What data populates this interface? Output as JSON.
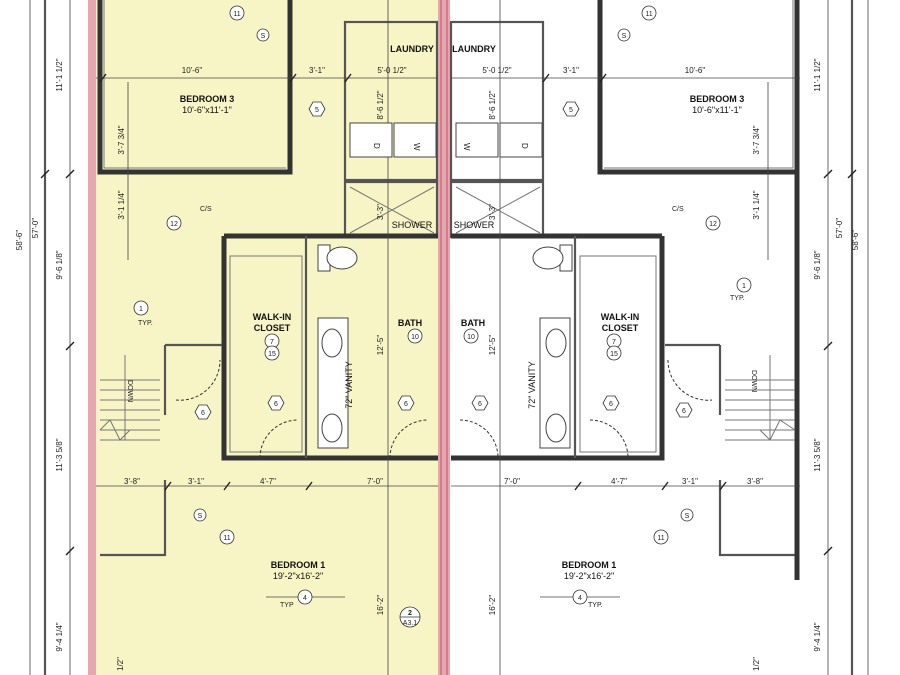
{
  "colors": {
    "left_unit_fill": "#f7f5c5",
    "party_wall": "#e8a6b0",
    "wall": "#333333"
  },
  "left": {
    "bedroom3": {
      "name": "BEDROOM 3",
      "size": "10'-6\"x11'-1\""
    },
    "laundry": "LAUNDRY",
    "shower": "SHOWER",
    "bath": {
      "name": "BATH",
      "tag": "10"
    },
    "closet": {
      "line1": "WALK-IN",
      "line2": "CLOSET",
      "tag_a": "7",
      "tag_b": "15"
    },
    "bedroom1": {
      "name": "BEDROOM 1",
      "size": "19'-2\"x16'-2\""
    },
    "vanity": "72\" VANITY",
    "down": "DOWN",
    "typ": "TYP.",
    "typ4": "TYP",
    "dims": {
      "top_1": "10'-6\"",
      "top_2": "3'-1\"",
      "top_3": "5'-0 1/2\"",
      "mid_1": "3'-8\"",
      "mid_2": "3'-1\"",
      "mid_3": "4'-7\"",
      "mid_4": "7'-0\"",
      "v_1": "8'-6 1/2\"",
      "v_2": "3'-7 3/4\"",
      "v_3": "3'-1 1/4\"",
      "v_4": "3'-3\"",
      "v_5": "12'-5\"",
      "v_6": "16'-2\"",
      "v_7": "1/2\"",
      "side_1": "11'-1 1/2\"",
      "side_2": "9'-6 1/8\"",
      "side_3": "11'-3 5/8\"",
      "side_4": "9'-4 1/4\"",
      "overall_1": "57'-0\"",
      "overall_2": "58'-6\""
    },
    "tags": {
      "t11": "11",
      "tS": "S",
      "t5": "5",
      "t12": "12",
      "tCS": "C/S",
      "t1": "1",
      "t6": "6",
      "t4": "4"
    },
    "section": {
      "num": "2",
      "sheet": "A3.1"
    }
  },
  "right": {
    "bedroom3": {
      "name": "BEDROOM 3",
      "size": "10'-6\"x11'-1\""
    },
    "laundry": "LAUNDRY",
    "shower": "SHOWER",
    "bath": {
      "name": "BATH",
      "tag": "10"
    },
    "closet": {
      "line1": "WALK-IN",
      "line2": "CLOSET",
      "tag_a": "7",
      "tag_b": "15"
    },
    "bedroom1": {
      "name": "BEDROOM 1",
      "size": "19'-2\"x16'-2\""
    },
    "vanity": "72\" VANITY",
    "down": "DOWN",
    "typ": "TYP.",
    "typ4": "TYP.",
    "dims": {
      "top_1": "10'-6\"",
      "top_2": "3'-1\"",
      "top_3": "5'-0 1/2\"",
      "mid_1": "3'-8\"",
      "mid_2": "3'-1\"",
      "mid_3": "4'-7\"",
      "mid_4": "7'-0\"",
      "v_1": "8'-6 1/2\"",
      "v_2": "3'-7 3/4\"",
      "v_3": "3'-1 1/4\"",
      "v_4": "3'-3\"",
      "v_5": "12'-5\"",
      "v_6": "16'-2\"",
      "v_7": "1/2\"",
      "side_1": "11'-1 1/2\"",
      "side_2": "9'-6 1/8\"",
      "side_3": "11'-3 5/8\"",
      "side_4": "9'-4 1/4\"",
      "overall_1": "57'-0\"",
      "overall_2": "58'-6\""
    },
    "tags": {
      "t11": "11",
      "tS": "S",
      "t5": "5",
      "t12": "12",
      "tCS": "C/S",
      "t1": "1",
      "t6": "6",
      "t4": "4"
    }
  },
  "appliance": {
    "dryer": "D",
    "washer": "W"
  }
}
